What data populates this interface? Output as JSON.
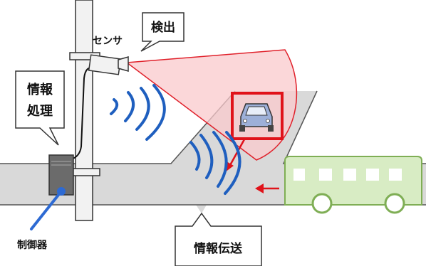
{
  "labels": {
    "sensor": "センサ",
    "detection": "検出",
    "processing_line1": "情報",
    "processing_line2": "処理",
    "controller": "制御器",
    "transmission": "情報伝送"
  },
  "colors": {
    "road": "#d9d9d9",
    "road_edge": "#555555",
    "pole": "#f2f2f2",
    "cone_fill": "#f9c9cc",
    "cone_edge": "#e0202a",
    "wave": "#1f5fbf",
    "car_body": "#9db0d8",
    "highlight_box": "#e0121a",
    "bus_fill": "#d8ecc4",
    "bus_edge": "#7fae55",
    "arrow": "#e0121a",
    "controller_box": "#6b6b6b",
    "controller_dot": "#2d6ad3"
  }
}
